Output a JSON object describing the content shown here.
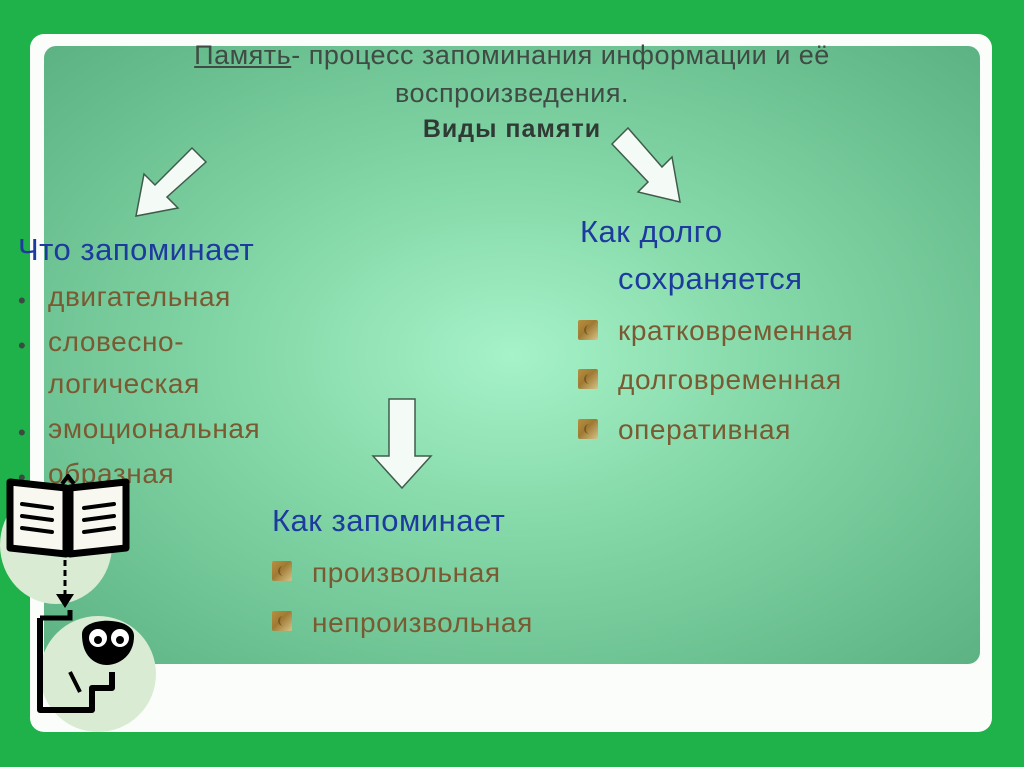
{
  "heading": {
    "term": "Память",
    "line1_rest": "- процесс запоминания информации и её",
    "line2": "воспроизведения.",
    "subtitle": "Виды памяти"
  },
  "left": {
    "title": "Что запоминает",
    "items": [
      "двигательная",
      "словесно-",
      "логическая",
      "эмоциональная",
      "образная"
    ]
  },
  "right": {
    "title_line1": "Как долго",
    "title_line2": "сохраняется",
    "items": [
      "кратковременная",
      "долговременная",
      "оперативная"
    ]
  },
  "bottom": {
    "title": "Как запоминает",
    "items": [
      "произвольная",
      "непроизвольная"
    ]
  },
  "icons": [
    "arrow-down-left-icon",
    "arrow-down-right-icon",
    "arrow-down-icon",
    "open-book-icon",
    "thinking-head-icon"
  ],
  "colors": {
    "background": "#1fb14a",
    "panel": "#86d9a9",
    "category_title": "#1d3a9e",
    "item_text": "#7a5a32"
  }
}
